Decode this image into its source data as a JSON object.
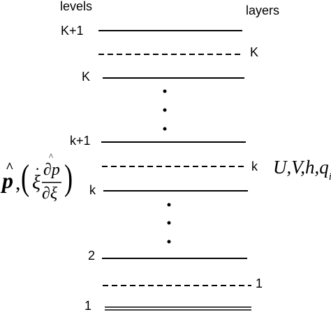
{
  "headers": {
    "levels": "levels",
    "layers": "layers"
  },
  "level_labels": [
    "K+1",
    "K",
    "k+1",
    "k",
    "2",
    "1"
  ],
  "layer_labels": [
    "K",
    "k",
    "1"
  ],
  "left_variables": "p̂, (ξ̇ ∂p/∂ξ)",
  "left_variables_parts": {
    "p": "p",
    "comma": ",",
    "xi": "ξ",
    "hat": "^",
    "num": "∂p",
    "den": "∂ξ"
  },
  "right_variables": "U,V,h,q",
  "right_subscript": "i",
  "colors": {
    "line": "#000000",
    "background": "#ffffff"
  },
  "line_styles": {
    "level": "solid",
    "layer": "dashed",
    "bottom_level": "double"
  }
}
